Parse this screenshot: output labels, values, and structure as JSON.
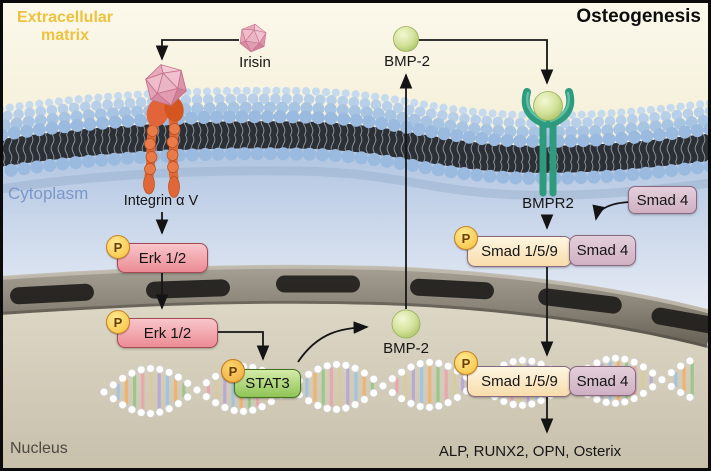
{
  "title": "Osteogenesis",
  "regions": {
    "extracellular_matrix": "Extracellular matrix",
    "cytoplasm": "Cytoplasm",
    "nucleus": "Nucleus"
  },
  "labels": {
    "irisin": "Irisin",
    "bmp2": "BMP-2",
    "bmp2_nuclear": "BMP-2",
    "integrin": "Integrin α V",
    "bmpr2": "BMPR2",
    "erk_upper": "Erk 1/2",
    "erk_lower": "Erk 1/2",
    "stat3": "STAT3",
    "smad159_cytoplasm": "Smad 1/5/9",
    "smad4_cytoplasm": "Smad 4",
    "smad4_free": "Smad 4",
    "smad159_nuclear": "Smad 1/5/9",
    "smad4_nuclear": "Smad 4",
    "phosphate": "P",
    "target_genes": "ALP, RUNX2, OPN, Osterix"
  },
  "colors": {
    "membrane_blue": "#a8c4e3",
    "bmp2_green": "#c9dc8e",
    "irisin_pink": "#e8a9bc",
    "integrin_orange": "#e06838",
    "bmpr2_teal": "#2e9a7e",
    "erk_pink": "#ec8b94",
    "stat3_green": "#8fc455",
    "smad159_cream": "#f8dcab",
    "smad4_mauve": "#cfb0c3",
    "phosphate_yellow": "#f7bf3a",
    "extracellular_label": "#ecc23e",
    "cytoplasm_label": "#7b97ca",
    "nucleus_label": "#4d4943",
    "arrow_black": "#161616"
  }
}
